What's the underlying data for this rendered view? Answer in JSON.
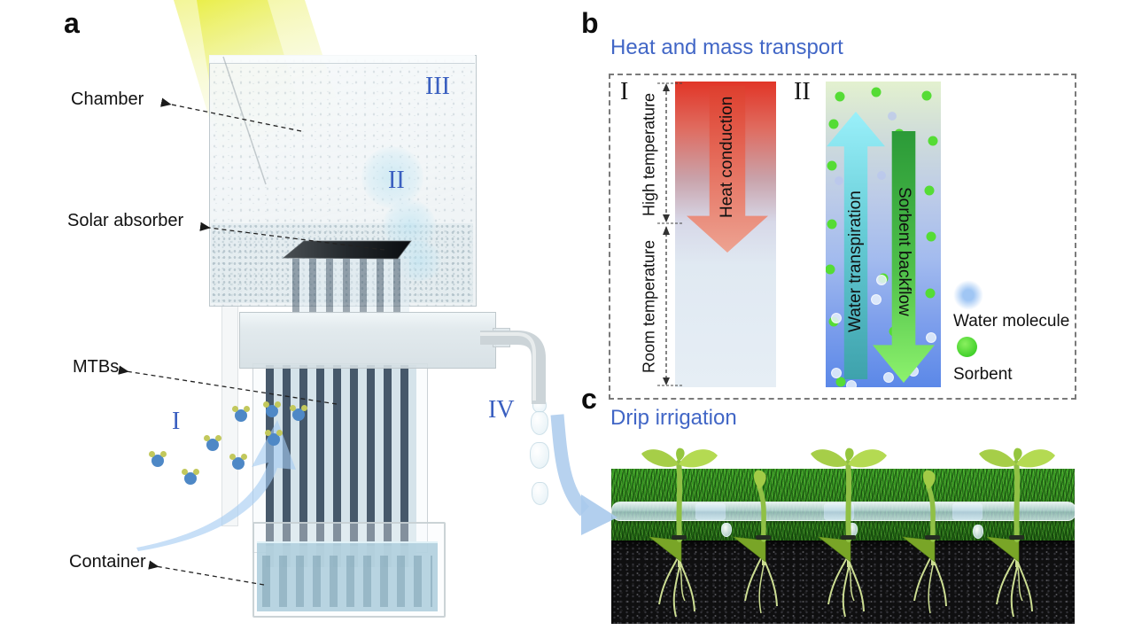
{
  "colors": {
    "accent_blue": "#4166c6",
    "numeral_blue": "#3a5fc0",
    "heat_red": "#e13527",
    "transpiration_cyan": "#9af0fa",
    "backflow_green": "#2b9a38",
    "sorbent_dot_green": "#55dc35",
    "water_molecule_blue": "#a0c6f4"
  },
  "panel_a": {
    "label": "a",
    "annotations": {
      "chamber": "Chamber",
      "solar_absorber": "Solar absorber",
      "mtbs": "MTBs",
      "container": "Container"
    },
    "numerals": {
      "one": "I",
      "two": "II",
      "three": "III",
      "four": "IV"
    }
  },
  "panel_b": {
    "label": "b",
    "title": "Heat and mass transport",
    "numerals": {
      "one": "I",
      "two": "II"
    },
    "temperature_scale": {
      "high": "High temperature",
      "room": "Room temperature"
    },
    "arrows": {
      "heat": "Heat conduction",
      "transpiration": "Water transpiration",
      "backflow": "Sorbent backflow"
    },
    "legend": {
      "water": "Water molecule",
      "sorbent": "Sorbent"
    }
  },
  "panel_c": {
    "label": "c",
    "title": "Drip irrigation"
  }
}
